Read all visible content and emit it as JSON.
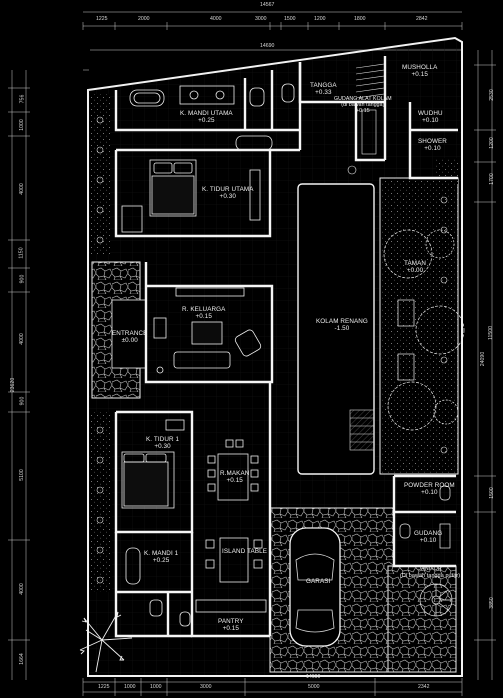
{
  "plan": {
    "dims_top_total": "14567",
    "dims_top": [
      "1225",
      "2000",
      "4000",
      "3000",
      "1500",
      "1200",
      "1800",
      "2842"
    ],
    "dim_inner_top": "14690",
    "dims_bottom_total": "14690",
    "dims_bottom": [
      "1225",
      "1000",
      "1000",
      "3000",
      "5000",
      "2342"
    ],
    "dims_left_total": "23620",
    "dims_left": [
      "756",
      "1000",
      "4000",
      "1150",
      "900",
      "4000",
      "900",
      "5100",
      "4000",
      "1664"
    ],
    "dims_right_total": "24090",
    "dims_right": [
      "2530",
      "1200",
      "1700",
      "11500",
      "1500",
      "3850"
    ],
    "rooms": [
      {
        "id": "km-utama",
        "name": "K. MANDI UTAMA",
        "level": "+0.25"
      },
      {
        "id": "tangga",
        "name": "TANGGA",
        "level": "+0.33"
      },
      {
        "id": "musholla",
        "name": "MUSHOLLA",
        "level": "+0.15"
      },
      {
        "id": "gudang-alat",
        "name": "GUDANG ALAT KOLAM",
        "note": "(di bawah tangga)",
        "level": "+0.15"
      },
      {
        "id": "wudhu",
        "name": "WUDHU",
        "level": "+0.10"
      },
      {
        "id": "shower",
        "name": "SHOWER",
        "level": "+0.10"
      },
      {
        "id": "kt-utama",
        "name": "K. TIDUR UTAMA",
        "level": "+0.30"
      },
      {
        "id": "taman",
        "name": "TAMAN",
        "level": "+0.00"
      },
      {
        "id": "keluarga",
        "name": "R. KELUARGA",
        "level": "+0.15"
      },
      {
        "id": "entrance",
        "name": "ENTRANCE",
        "level": "±0.00"
      },
      {
        "id": "kolam",
        "name": "KOLAM RENANG",
        "level": "-1.50"
      },
      {
        "id": "kt1",
        "name": "K. TIDUR 1",
        "level": "+0.30"
      },
      {
        "id": "makan",
        "name": "R.MAKAN",
        "level": "+0.15"
      },
      {
        "id": "powder",
        "name": "POWDER ROOM",
        "level": "+0.10"
      },
      {
        "id": "gudang",
        "name": "GUDANG",
        "level": "+0.10"
      },
      {
        "id": "km1",
        "name": "K. MANDI 1",
        "level": "+0.25"
      },
      {
        "id": "island",
        "name": "ISLAND TABLE",
        "level": ""
      },
      {
        "id": "garasi",
        "name": "GARASI",
        "level": ""
      },
      {
        "id": "janitor",
        "name": "JANITOR",
        "note": "(Di bawah tangga putar)",
        "level": ""
      },
      {
        "id": "pantry",
        "name": "PANTRY",
        "level": "+0.15"
      }
    ]
  }
}
